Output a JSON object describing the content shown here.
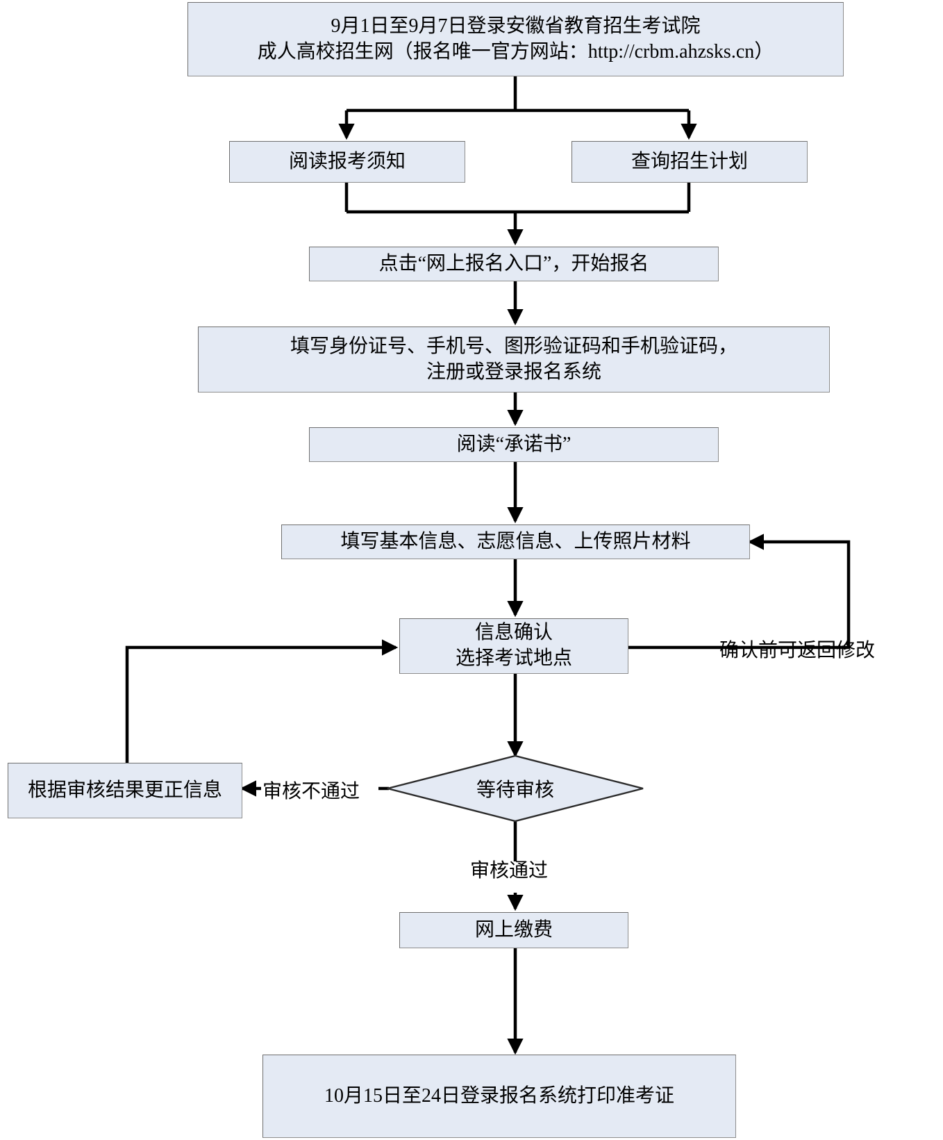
{
  "diagram": {
    "title": "安徽省成人高校招生网上报名流程图",
    "type": "flowchart",
    "fill_color": "#e4eaf4",
    "border_color": "#7f7f7f",
    "line_color": "#000000"
  },
  "nodes": {
    "start_login": {
      "label": "9月1日至9月7日登录安徽省教育招生考试院\n成人高校招生网（报名唯一官方网站：http://crbm.ahzsks.cn）",
      "shape": "rectangle"
    },
    "read_notice": {
      "label": "阅读报考须知",
      "shape": "rectangle"
    },
    "query_plan": {
      "label": "查询招生计划",
      "shape": "rectangle"
    },
    "click_entry": {
      "label": "点击“网上报名入口”，开始报名",
      "shape": "rectangle"
    },
    "fill_id_phone": {
      "label": "填写身份证号、手机号、图形验证码和手机验证码，\n注册或登录报名系统",
      "shape": "rectangle"
    },
    "read_commitment": {
      "label": "阅读“承诺书”",
      "shape": "rectangle"
    },
    "fill_basic_info": {
      "label": "填写基本信息、志愿信息、上传照片材料",
      "shape": "rectangle"
    },
    "confirm_info": {
      "label": "信息确认\n选择考试地点",
      "shape": "rectangle"
    },
    "correct_info": {
      "label": "根据审核结果更正信息",
      "shape": "rectangle"
    },
    "wait_review": {
      "label": "等待审核",
      "shape": "diamond"
    },
    "online_payment": {
      "label": "网上缴费",
      "shape": "rectangle"
    },
    "print_admission": {
      "label": "10月15日至24日登录报名系统打印准考证",
      "shape": "rectangle"
    }
  },
  "edge_labels": {
    "can_return_to_modify": "确认前可返回修改",
    "review_failed": "审核不通过",
    "review_passed": "审核通过"
  }
}
